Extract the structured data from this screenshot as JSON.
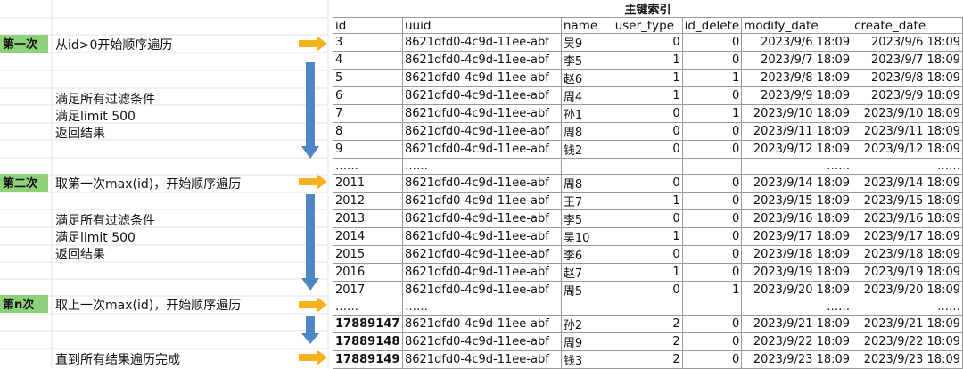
{
  "title": "主键索引",
  "columns": [
    "id",
    "uuid",
    "name",
    "user_type",
    "id_delete",
    "modify_date",
    "create_date"
  ],
  "rows": [
    [
      "3",
      "8621dfd0-4c9d-11ee-abf",
      "吴9",
      "0",
      "0",
      "2023/9/6 18:09",
      "2023/9/6 18:09"
    ],
    [
      "4",
      "8621dfd0-4c9d-11ee-abf",
      "李5",
      "1",
      "0",
      "2023/9/7 18:09",
      "2023/9/7 18:09"
    ],
    [
      "5",
      "8621dfd0-4c9d-11ee-abf",
      "赵6",
      "1",
      "1",
      "2023/9/8 18:09",
      "2023/9/8 18:09"
    ],
    [
      "6",
      "8621dfd0-4c9d-11ee-abf",
      "周4",
      "1",
      "0",
      "2023/9/9 18:09",
      "2023/9/9 18:09"
    ],
    [
      "7",
      "8621dfd0-4c9d-11ee-abf",
      "孙1",
      "0",
      "1",
      "2023/9/10 18:09",
      "2023/9/10 18:09"
    ],
    [
      "8",
      "8621dfd0-4c9d-11ee-abf",
      "周8",
      "0",
      "0",
      "2023/9/11 18:09",
      "2023/9/11 18:09"
    ],
    [
      "9",
      "8621dfd0-4c9d-11ee-abf",
      "钱2",
      "0",
      "0",
      "2023/9/12 18:09",
      "2023/9/12 18:09"
    ],
    [
      "……",
      "……",
      "",
      "",
      "",
      "……",
      "……"
    ],
    [
      "2011",
      "8621dfd0-4c9d-11ee-abf",
      "周8",
      "0",
      "0",
      "2023/9/14 18:09",
      "2023/9/14 18:09"
    ],
    [
      "2012",
      "8621dfd0-4c9d-11ee-abf",
      "王7",
      "1",
      "0",
      "2023/9/15 18:09",
      "2023/9/15 18:09"
    ],
    [
      "2013",
      "8621dfd0-4c9d-11ee-abf",
      "李5",
      "0",
      "0",
      "2023/9/16 18:09",
      "2023/9/16 18:09"
    ],
    [
      "2014",
      "8621dfd0-4c9d-11ee-abf",
      "吴10",
      "1",
      "0",
      "2023/9/17 18:09",
      "2023/9/17 18:09"
    ],
    [
      "2015",
      "8621dfd0-4c9d-11ee-abf",
      "李6",
      "0",
      "0",
      "2023/9/18 18:09",
      "2023/9/18 18:09"
    ],
    [
      "2016",
      "8621dfd0-4c9d-11ee-abf",
      "赵7",
      "1",
      "0",
      "2023/9/19 18:09",
      "2023/9/19 18:09"
    ],
    [
      "2017",
      "8621dfd0-4c9d-11ee-abf",
      "周5",
      "0",
      "1",
      "2023/9/20 18:09",
      "2023/9/20 18:09"
    ],
    [
      "……",
      "……",
      "",
      "",
      "",
      "……",
      "……"
    ],
    [
      "17889147",
      "8621dfd0-4c9d-11ee-abf",
      "孙2",
      "2",
      "0",
      "2023/9/21 18:09",
      "2023/9/21 18:09"
    ],
    [
      "17889148",
      "8621dfd0-4c9d-11ee-abf",
      "周9",
      "2",
      "0",
      "2023/9/22 18:09",
      "2023/9/22 18:09"
    ],
    [
      "17889149",
      "8621dfd0-4c9d-11ee-abf",
      "钱3",
      "2",
      "0",
      "2023/9/23 18:09",
      "2023/9/23 18:09"
    ]
  ],
  "steps": [
    {
      "tag": "第一次",
      "text": "从id>0开始顺序遍历"
    },
    {
      "tag": "第二次",
      "text": "取第一次max(id)，开始顺序遍历"
    },
    {
      "tag": "第n次",
      "text": "取上一次max(id)，开始顺序遍历"
    }
  ],
  "conditions": [
    "满足所有过滤条件",
    "满足limit 500",
    "返回结果"
  ],
  "final_text": "直到所有结果遍历完成",
  "colors": {
    "tag_green": "#8fd17b",
    "arrow_orange": "#f5b21b",
    "arrow_blue": "#4f86c6"
  }
}
